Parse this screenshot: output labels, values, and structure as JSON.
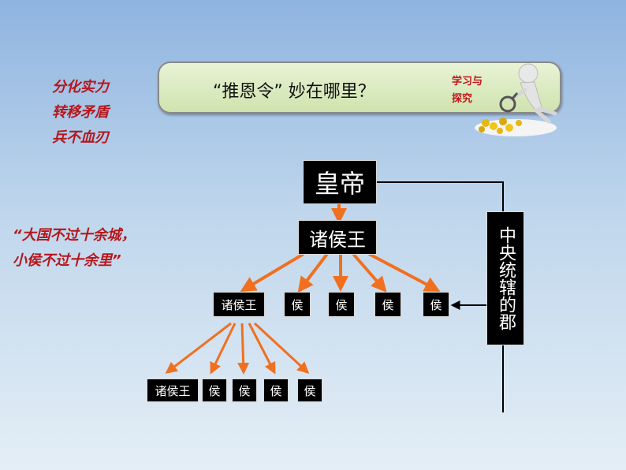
{
  "banner": {
    "title": "“推恩令” 妙在哪里？"
  },
  "study_tag": {
    "line1": "学习与",
    "line2": "探究"
  },
  "side_notes": {
    "left_top": [
      "分化实力",
      "转移矛盾",
      "兵不血刃"
    ],
    "left_mid": [
      "“大国不过十余城，",
      "小侯不过十余里”"
    ]
  },
  "diagram": {
    "emperor": "皇帝",
    "king": "诸侯王",
    "central": "中央统辖的郡",
    "level2": [
      "诸侯王",
      "侯",
      "侯",
      "侯",
      "侯"
    ],
    "level3": [
      "诸侯王",
      "侯",
      "侯",
      "侯",
      "侯"
    ]
  },
  "colors": {
    "arrow": "#f07020",
    "note_red": "#b5161b",
    "box": "#000000"
  }
}
